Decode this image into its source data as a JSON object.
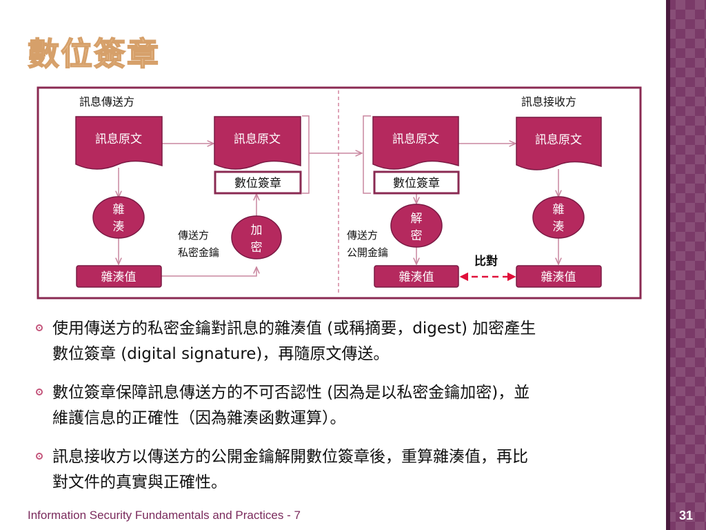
{
  "slide": {
    "title": "數位簽章",
    "footer": "Information Security Fundamentals and Practices - 7",
    "page_number": "31"
  },
  "diagram": {
    "sender_label": "訊息傳送方",
    "receiver_label": "訊息接收方",
    "doc_label": "訊息原文",
    "signature_label": "數位簽章",
    "hash_label": "雜湊值",
    "hash_op": [
      "雜",
      "湊"
    ],
    "encrypt_op": [
      "加",
      "密"
    ],
    "decrypt_op": [
      "解",
      "密"
    ],
    "sender_key_label": [
      "傳送方",
      "私密金鑰"
    ],
    "receiver_key_label": [
      "傳送方",
      "公開金鑰"
    ],
    "compare_label": "比對"
  },
  "bullets": [
    {
      "lines": [
        "使用傳送方的私密金鑰對訊息的雜湊值 (或稱摘要，digest) 加密產生",
        "數位簽章 (digital signature)，再隨原文傳送。"
      ]
    },
    {
      "lines": [
        "數位簽章保障訊息傳送方的不可否認性 (因為是以私密金鑰加密)，並",
        "維護信息的正確性（因為雜湊函數運算）。"
      ]
    },
    {
      "lines": [
        "訊息接收方以傳送方的公開金鑰解開數位簽章後，重算雜湊值，再比",
        "對文件的真實與正確性。"
      ]
    }
  ],
  "colors": {
    "accent": "#b5295e",
    "frame": "#8a2a52",
    "node_stroke": "#7a1a44",
    "compare_arrow": "#e0103a",
    "title": "#f4d2a8",
    "sidebar": "#7a3a68"
  }
}
